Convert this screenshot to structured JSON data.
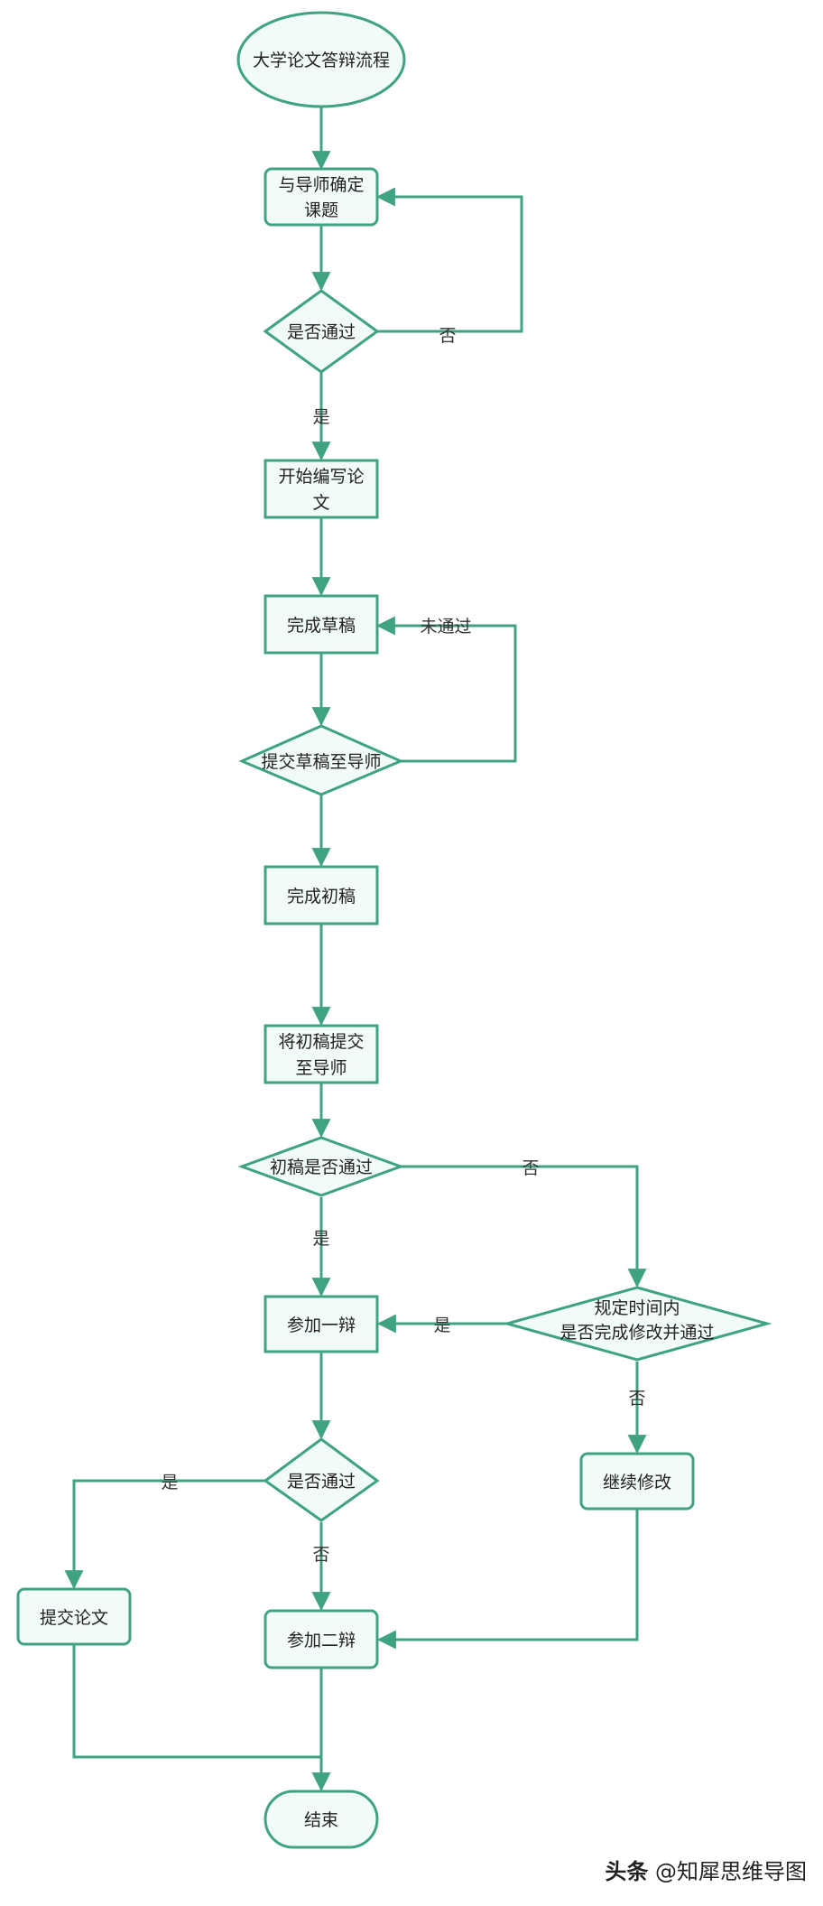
{
  "nodes": {
    "start": [
      "大学论文答辩流程"
    ],
    "confirm_topic": [
      "与导师确定",
      "课题"
    ],
    "topic_pass": [
      "是否通过"
    ],
    "start_writing": [
      "开始编写论",
      "文"
    ],
    "finish_draft": [
      "完成草稿"
    ],
    "submit_draft": [
      "提交草稿至导师"
    ],
    "first_draft": [
      "完成初稿"
    ],
    "submit_first": [
      "将初稿提交",
      "至导师"
    ],
    "first_pass": [
      "初稿是否通过"
    ],
    "defense1": [
      "参加一辩"
    ],
    "deadline_check": [
      "规定时间内",
      "是否完成修改并通过"
    ],
    "defense1_pass": [
      "是否通过"
    ],
    "keep_revising": [
      "继续修改"
    ],
    "submit_thesis": [
      "提交论文"
    ],
    "defense2": [
      "参加二辩"
    ],
    "end": [
      "结束"
    ]
  },
  "edge_labels": {
    "topic_no": "否",
    "topic_yes": "是",
    "draft_fail": "未通过",
    "first_no": "否",
    "first_yes": "是",
    "deadline_yes": "是",
    "deadline_no": "否",
    "defense1_yes": "是",
    "defense1_no": "否"
  },
  "watermark": {
    "prefix": "头条",
    "text": "@知犀思维导图"
  },
  "colors": {
    "stroke": "#3fa37f",
    "fill": "#f1fbf7",
    "text": "#222222"
  }
}
